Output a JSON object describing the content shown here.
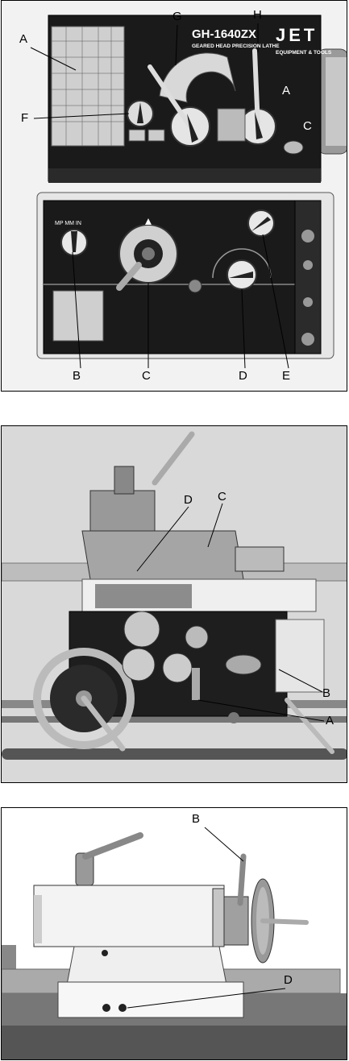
{
  "figure1": {
    "model": "GH-1640ZX",
    "subtitle": "GEARED HEAD PRECISION LATHE",
    "brand": "JET",
    "brand_tagline": "EQUIPMENT & TOOLS",
    "dial_text": "MP MM IN",
    "callouts": {
      "A": "A",
      "F": "F",
      "G": "G",
      "H": "H",
      "A2": "A",
      "C2": "C",
      "B": "B",
      "C": "C",
      "D": "D",
      "E": "E"
    }
  },
  "figure2": {
    "callouts": {
      "D": "D",
      "C": "C",
      "B": "B",
      "A": "A"
    }
  },
  "figure3": {
    "callouts": {
      "B": "B",
      "D": "D"
    }
  }
}
